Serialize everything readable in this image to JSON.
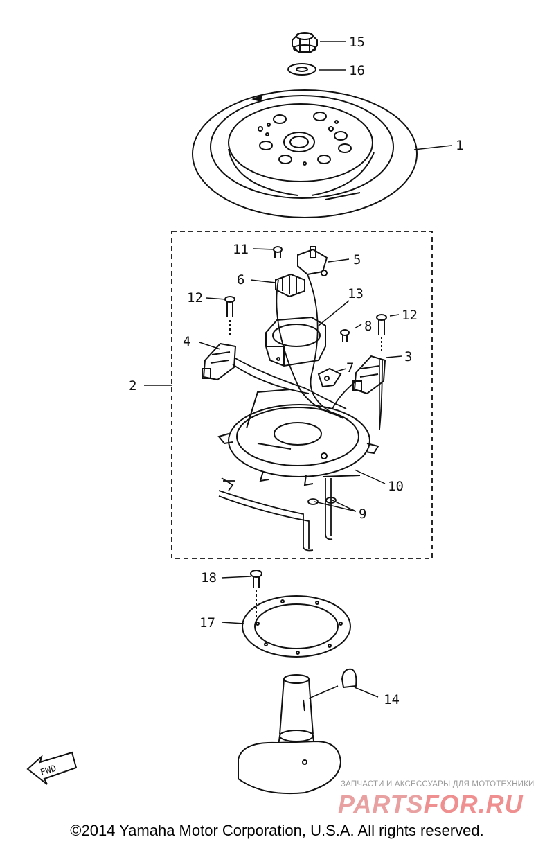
{
  "callouts": {
    "c1": "1",
    "c2": "2",
    "c3": "3",
    "c4": "4",
    "c5": "5",
    "c6": "6",
    "c7": "7",
    "c8": "8",
    "c9": "9",
    "c10": "10",
    "c11": "11",
    "c12a": "12",
    "c12b": "12",
    "c13": "13",
    "c14": "14",
    "c15": "15",
    "c16": "16",
    "c17": "17",
    "c18": "18"
  },
  "fwd_label": "FWD",
  "watermark": {
    "tagline": "ЗАПЧАСТИ И АКСЕССУАРЫ ДЛЯ МОТОТЕХНИКИ",
    "brand_start": "PARTS",
    "brand_end": "FOR.RU"
  },
  "copyright": "©2014 Yamaha Motor Corporation, U.S.A. All rights reserved.",
  "colors": {
    "line": "#111111",
    "watermark": "#e8a0a0"
  }
}
